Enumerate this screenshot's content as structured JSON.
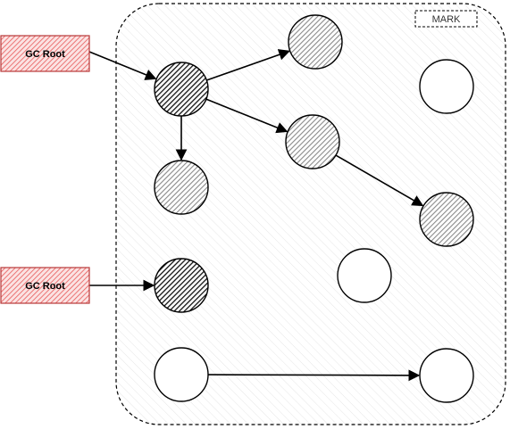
{
  "heap": {
    "label": "MARK"
  },
  "roots": [
    {
      "id": "root1",
      "label": "GC Root",
      "color": "#e85a5a"
    },
    {
      "id": "root2",
      "label": "GC Root",
      "color": "#e85a5a"
    }
  ],
  "objects": [
    {
      "id": "a",
      "state": "black"
    },
    {
      "id": "b",
      "state": "gray"
    },
    {
      "id": "c",
      "state": "gray"
    },
    {
      "id": "d",
      "state": "gray"
    },
    {
      "id": "e",
      "state": "gray"
    },
    {
      "id": "f",
      "state": "black"
    },
    {
      "id": "g",
      "state": "white"
    },
    {
      "id": "h",
      "state": "white"
    },
    {
      "id": "i",
      "state": "white"
    },
    {
      "id": "j",
      "state": "white"
    }
  ],
  "edges": [
    {
      "from": "root1",
      "to": "a"
    },
    {
      "from": "a",
      "to": "b"
    },
    {
      "from": "a",
      "to": "c"
    },
    {
      "from": "a",
      "to": "d"
    },
    {
      "from": "c",
      "to": "e"
    },
    {
      "from": "root2",
      "to": "f"
    },
    {
      "from": "i",
      "to": "j"
    }
  ],
  "colors": {
    "black": "#2a2a2a",
    "gray": "#9a9a9a",
    "white": "#ffffff",
    "stroke": "#000000"
  }
}
